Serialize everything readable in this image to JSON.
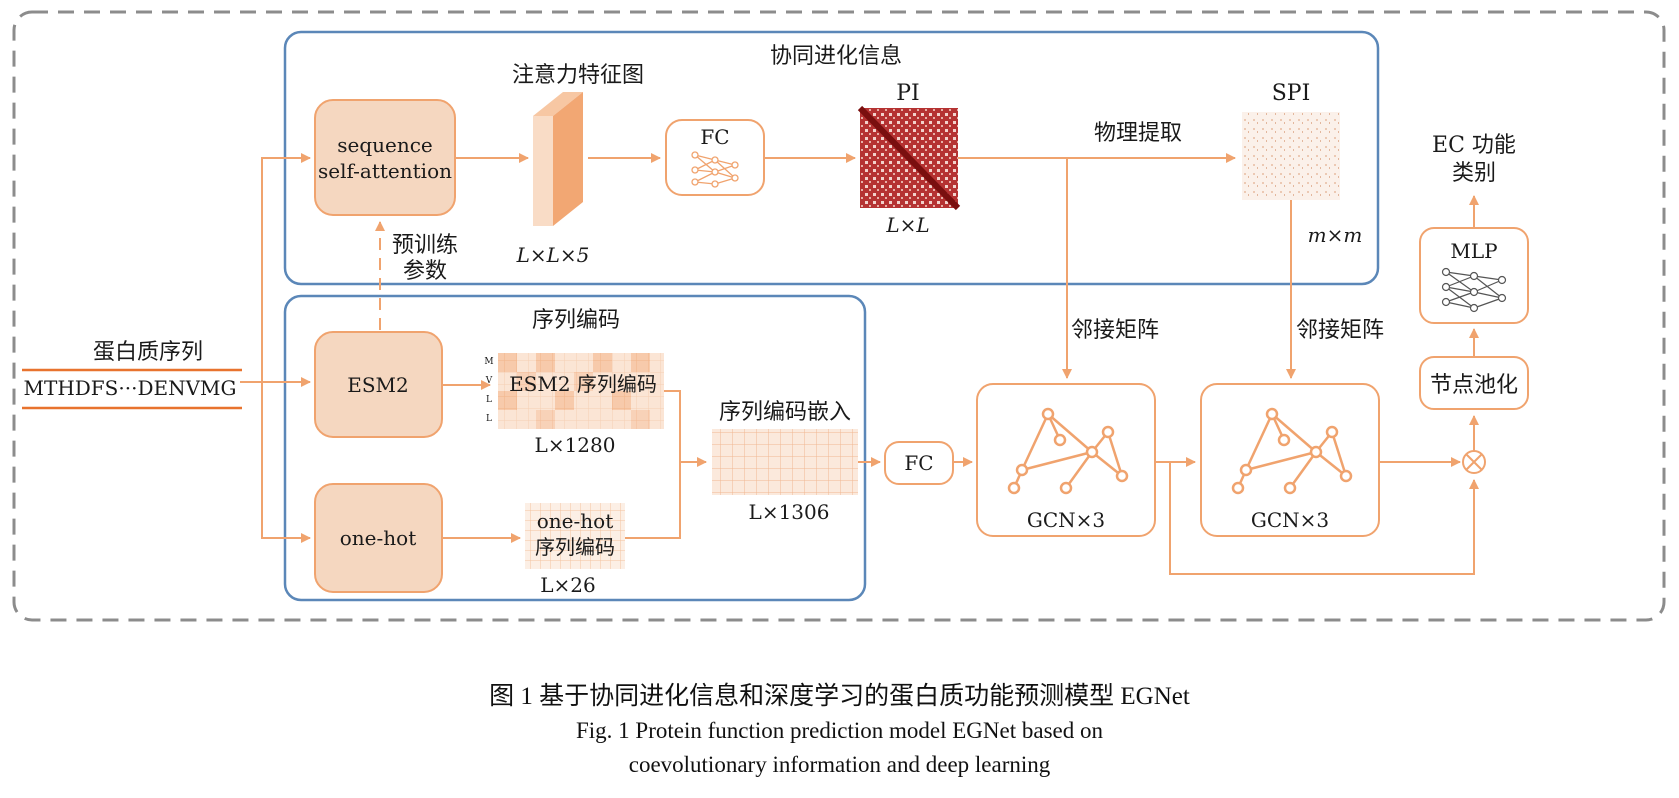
{
  "protein": {
    "label": "蛋白质序列",
    "sequence": "MTHDFS···DENVMG"
  },
  "coevolution": {
    "title": "协同进化信息",
    "self_attention": [
      "sequence",
      "self-attention"
    ],
    "attention_map_label": "注意力特征图",
    "attention_dim": "L×L×5",
    "fc": "FC",
    "pi_label": "PI",
    "pi_dim": "L×L",
    "physical_extract": "物理提取",
    "spi_label": "SPI",
    "spi_dim": "m×m",
    "pretrain": [
      "预训练",
      "参数"
    ]
  },
  "encoding": {
    "title": "序列编码",
    "esm2": "ESM2",
    "esm2_encoding": "ESM2 序列编码",
    "esm2_letters": [
      "M",
      "V",
      "L",
      "L"
    ],
    "esm2_dim": "L×1280",
    "onehot": "one-hot",
    "onehot_encoding": [
      "one-hot",
      "序列编码"
    ],
    "onehot_dim": "L×26",
    "embedding": "序列编码嵌入",
    "embedding_dim": "L×1306"
  },
  "graph": {
    "fc": "FC",
    "adj1": "邻接矩阵",
    "adj2": "邻接矩阵",
    "gcn1": "GCN×3",
    "gcn2": "GCN×3",
    "pooling": "节点池化",
    "mlp": "MLP",
    "output": [
      "EC 功能",
      "类别"
    ]
  },
  "caption": {
    "cn": "图 1    基于协同进化信息和深度学习的蛋白质功能预测模型 EGNet",
    "en_line1": "Fig. 1    Protein function prediction model EGNet based on",
    "en_line2": "coevolutionary information and deep learning"
  },
  "colors": {
    "orange": "#f0a36e",
    "box_fill": "#f5d7c0",
    "blue": "#5b87b8",
    "dark_red": "#a52121"
  }
}
